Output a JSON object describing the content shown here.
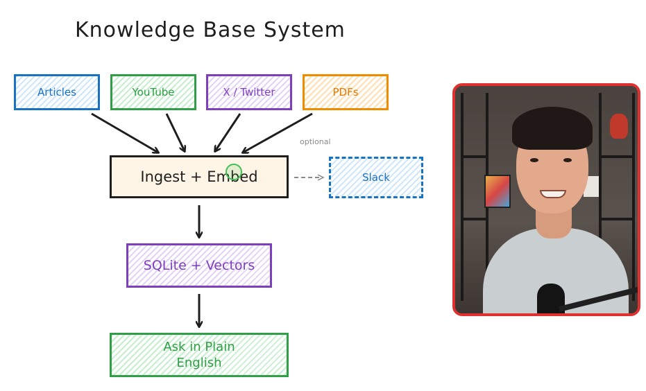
{
  "diagram": {
    "title": "Knowledge Base System",
    "sources": [
      {
        "label": "Articles",
        "color": "#1971c2"
      },
      {
        "label": "YouTube",
        "color": "#2f9e44"
      },
      {
        "label": "X / Twitter",
        "color": "#7e3fbf"
      },
      {
        "label": "PDFs",
        "color": "#f08c00"
      }
    ],
    "ingest_label": "Ingest + Embed",
    "optional_label": "optional",
    "slack_label": "Slack",
    "store_label": "SQLite + Vectors",
    "ask_label_line1": "Ask in Plain",
    "ask_label_line2": "English"
  },
  "webcam": {
    "border_color": "#e03131",
    "content": "presenter-video"
  }
}
